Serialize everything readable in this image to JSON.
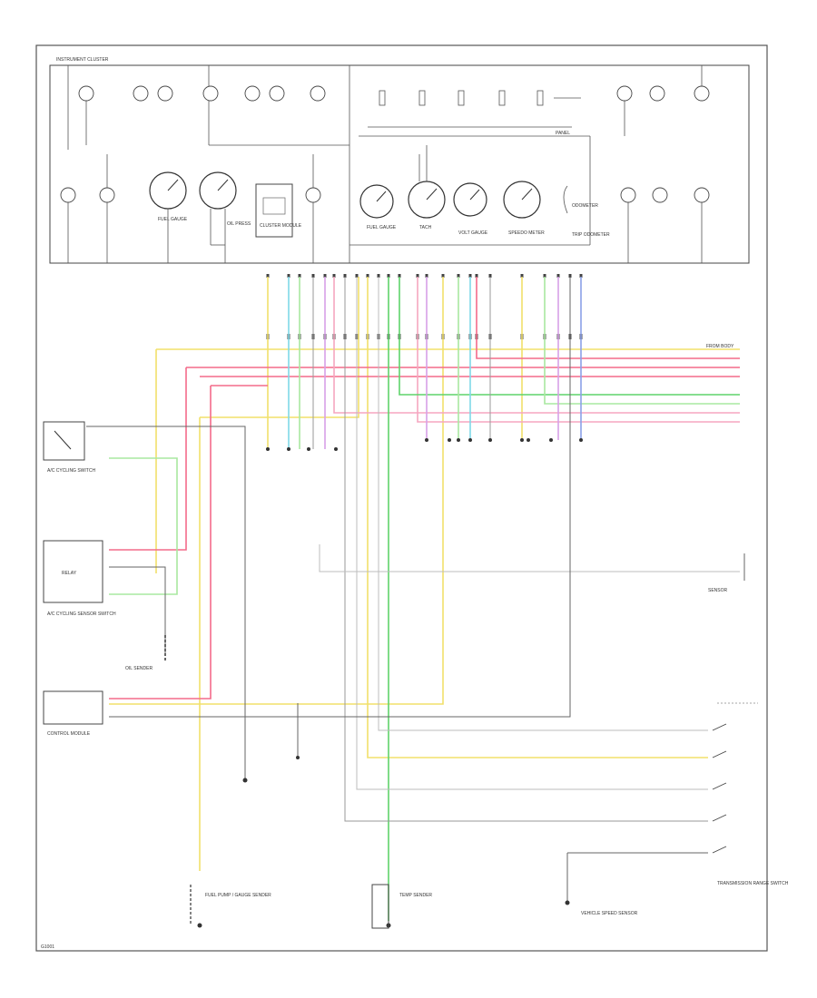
{
  "cluster": {
    "title": "INSTRUMENT CLUSTER",
    "gauges": [
      {
        "label": "FUEL GAUGE"
      },
      {
        "label": "OIL PRESS"
      },
      {
        "label": "FUEL GAUGE"
      },
      {
        "label": "TACH"
      },
      {
        "label": "VOLT GAUGE"
      },
      {
        "label": "SPEEDO METER"
      }
    ],
    "module_label": "CLUSTER MODULE",
    "odometer_labels": [
      "ODOMETER",
      "TRIP ODOMETER"
    ],
    "panel_label": "PANEL"
  },
  "left_components": {
    "switch1": "A/C CYCLING SWITCH",
    "module1": "RELAY",
    "sensor_group": "A/C CYCLING SENSOR SWITCH",
    "sender": "OIL SENDER",
    "module2": "CONTROL MODULE",
    "fuel_sender": "FUEL PUMP / GAUGE SENDER"
  },
  "right_labels": {
    "from_top": "FROM BODY",
    "sensor_label": "SENSOR",
    "transmission": "TRANSMISSION RANGE SWITCH",
    "speed_sensor": "VEHICLE SPEED SENSOR",
    "temp_sender": "TEMP SENDER"
  },
  "wires": {
    "colors": {
      "yellow": "#f2e06a",
      "pink": "#f36b8a",
      "green": "#5fd36a",
      "light_green": "#a9e8a0",
      "cyan": "#7fd8e8",
      "violet": "#d7a0e8",
      "gray": "#9a9a9a",
      "blue": "#8aa0e8",
      "orange": "#f1b070"
    }
  },
  "footer": {
    "code": "G1001"
  }
}
